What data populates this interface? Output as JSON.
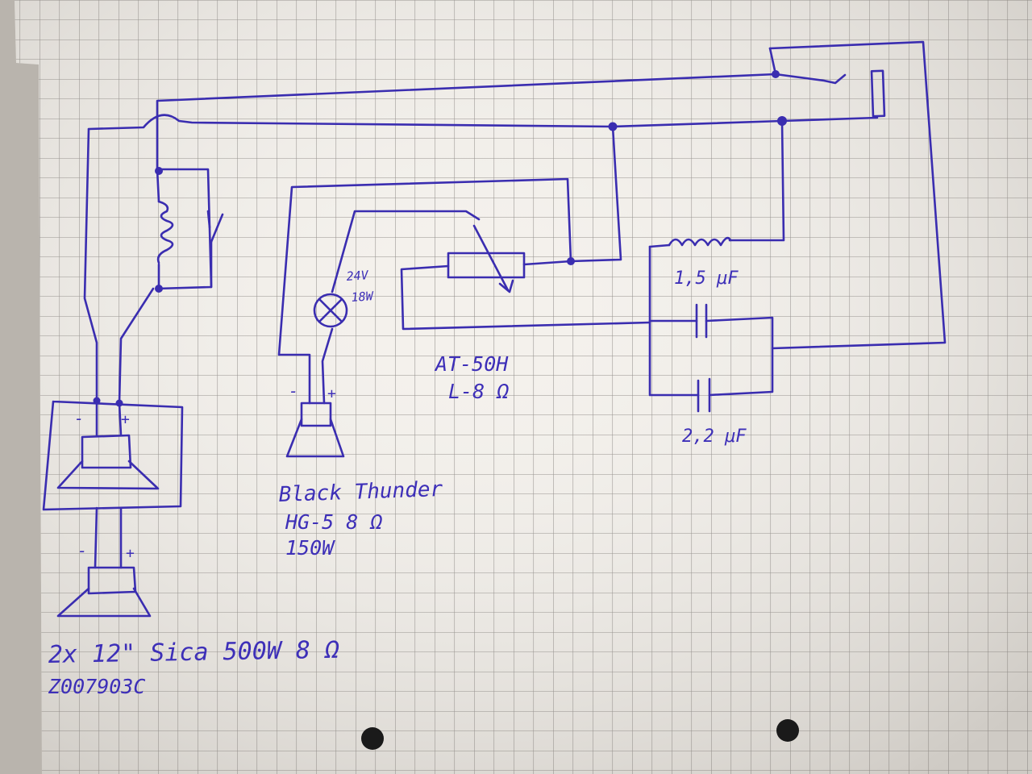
{
  "diagram": {
    "labels": {
      "lamp_voltage": "24V",
      "lamp_power": "18W",
      "attenuator_model": "AT-50H",
      "attenuator_spec": "L-8 Ω",
      "cap_top": "1,5 μF",
      "cap_bottom": "2,2 μF",
      "tweeter_line1": "Black Thunder",
      "tweeter_line2": "HG-5   8 Ω",
      "tweeter_line3": "150W",
      "woofer_line1": "2x 12\" Sica  500W  8 Ω",
      "woofer_line2": "Z007903C",
      "plus": "+",
      "minus": "-"
    },
    "colors": {
      "ink": "#3a2db0",
      "paper": "#f4f1ec",
      "grid": "#8e8a86"
    }
  }
}
